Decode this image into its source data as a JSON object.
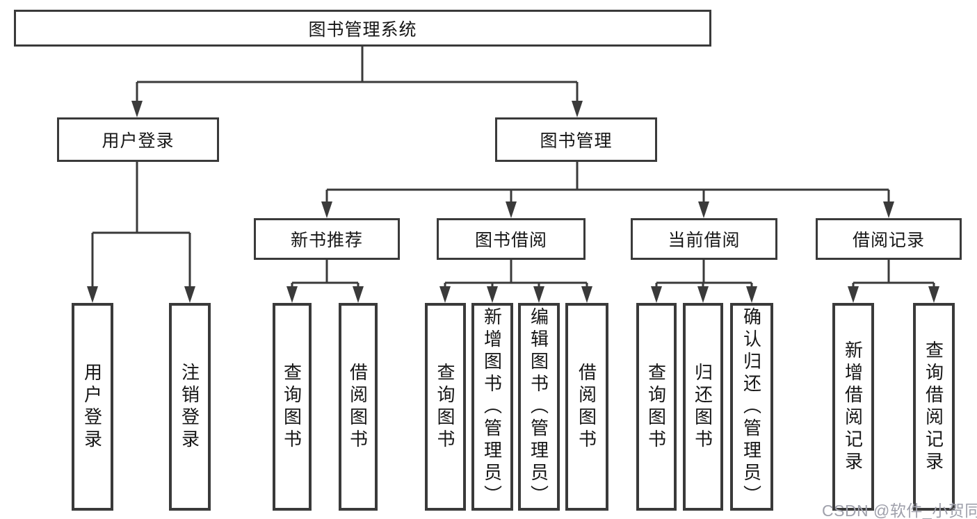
{
  "diagram": {
    "root": {
      "label": "图书管理系统",
      "children": [
        {
          "label": "用户登录",
          "children": [
            {
              "label": "用户登录"
            },
            {
              "label": "注销登录"
            }
          ]
        },
        {
          "label": "图书管理",
          "children": [
            {
              "label": "新书推荐",
              "children": [
                {
                  "label": "查询图书"
                },
                {
                  "label": "借阅图书"
                }
              ]
            },
            {
              "label": "图书借阅",
              "children": [
                {
                  "label": "查询图书"
                },
                {
                  "label": "新增图书（管理员）"
                },
                {
                  "label": "编辑图书（管理员）"
                },
                {
                  "label": "借阅图书"
                }
              ]
            },
            {
              "label": "当前借阅",
              "children": [
                {
                  "label": "查询图书"
                },
                {
                  "label": "归还图书"
                },
                {
                  "label": "确认归还（管理员）"
                }
              ]
            },
            {
              "label": "借阅记录",
              "children": [
                {
                  "label": "新增借阅记录"
                },
                {
                  "label": "查询借阅记录"
                }
              ]
            }
          ]
        }
      ]
    }
  },
  "watermark": {
    "text": "CSDN @软件_小贺同学"
  },
  "colors": {
    "line": "#3a3a3a",
    "text": "#161616",
    "watermark": "#9fa0ab",
    "background": "#ffffff"
  }
}
